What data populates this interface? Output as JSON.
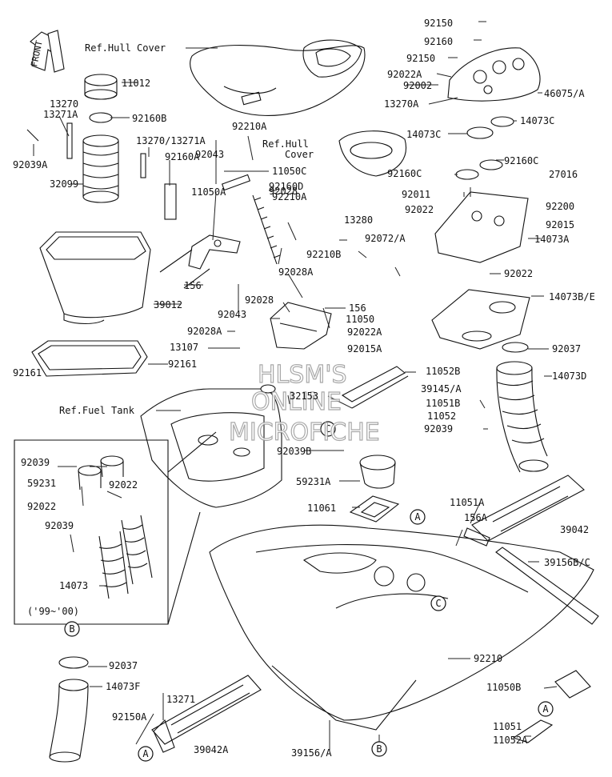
{
  "front_label": "FRONT",
  "watermark": [
    "HLSM'S",
    "ONLINE",
    "MICROFICHE"
  ],
  "callouts": [
    "C",
    "A",
    "C",
    "A",
    "B",
    "B",
    "A"
  ],
  "labels": [
    "Ref.Hull Cover",
    "11012",
    "13270",
    "13271A",
    "92160B",
    "92039A",
    "13270/13271A",
    "92160A",
    "92043",
    "92210A",
    "11050C",
    "32099",
    "11050A",
    "92028",
    "92160D",
    "92210A",
    "92210B",
    "92028A",
    "156",
    "39012",
    "92043",
    "92028",
    "156",
    "11050",
    "92028A",
    "92022A",
    "13107",
    "92015A",
    "92161",
    "92161",
    "Ref.Fuel Tank",
    "32153",
    "92039B",
    "59231A",
    "11061",
    "Ref.Hull",
    "Cover",
    "13280",
    "92072/A",
    "92150",
    "92160",
    "92150",
    "92022A",
    "92002",
    "13270A",
    "46075/A",
    "14073C",
    "14073C",
    "92160C",
    "92160C",
    "27016",
    "92011",
    "92022",
    "92200",
    "92015",
    "14073A",
    "92022",
    "14073B/E",
    "92037",
    "11052B",
    "39145/A",
    "11051B",
    "11052",
    "14073D",
    "92039",
    "11051A",
    "156A",
    "39042",
    "39156B/C",
    "92210",
    "11050B",
    "11051",
    "11052A",
    "39156/A",
    "39042A",
    "13271",
    "92150A",
    "14073F",
    "92037",
    "92039",
    "59231",
    "92022",
    "92022",
    "92039",
    "14073",
    "('99~'00)"
  ]
}
